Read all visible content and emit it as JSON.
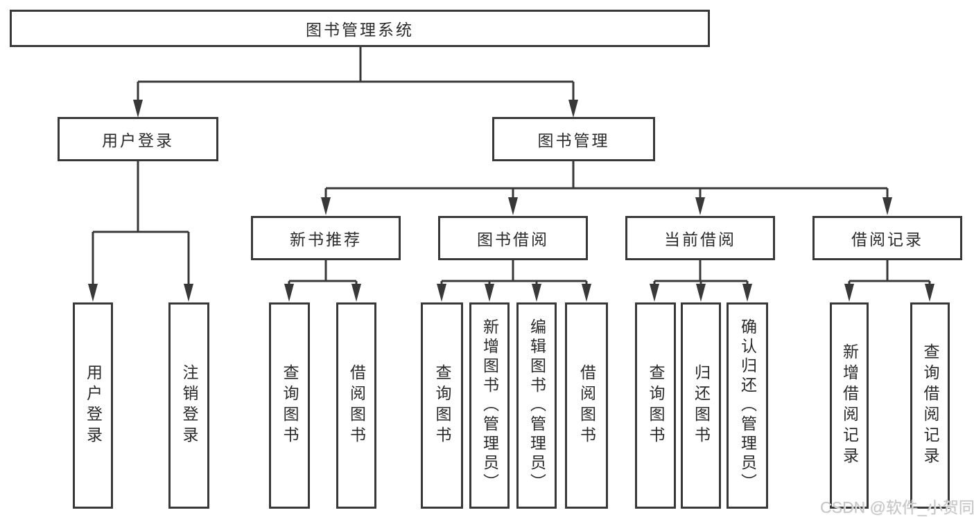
{
  "title": "图书管理系统",
  "colors": {
    "line": "#383838",
    "text": "#2a2a2a",
    "watermark": "#c6c6c6",
    "background": "#ffffff"
  },
  "watermark": "CSDN @软件_小贺同学",
  "nodes": {
    "root": {
      "label": "图书管理系统"
    },
    "level1": [
      {
        "label": "用户登录"
      },
      {
        "label": "图书管理"
      }
    ],
    "level2": [
      {
        "label": "新书推荐"
      },
      {
        "label": "图书借阅"
      },
      {
        "label": "当前借阅"
      },
      {
        "label": "借阅记录"
      }
    ],
    "leaves_user": [
      {
        "label": "用户登录"
      },
      {
        "label": "注销登录"
      }
    ],
    "leaves_newbook": [
      {
        "label": "查询图书"
      },
      {
        "label": "借阅图书"
      }
    ],
    "leaves_borrow": [
      {
        "label": "查询图书"
      },
      {
        "label": "新增图书（管理员）"
      },
      {
        "label": "编辑图书（管理员）"
      },
      {
        "label": "借阅图书"
      }
    ],
    "leaves_current": [
      {
        "label": "查询图书"
      },
      {
        "label": "归还图书"
      },
      {
        "label": "确认归还（管理员）"
      }
    ],
    "leaves_records": [
      {
        "label": "新增借阅记录"
      },
      {
        "label": "查询借阅记录"
      }
    ]
  }
}
